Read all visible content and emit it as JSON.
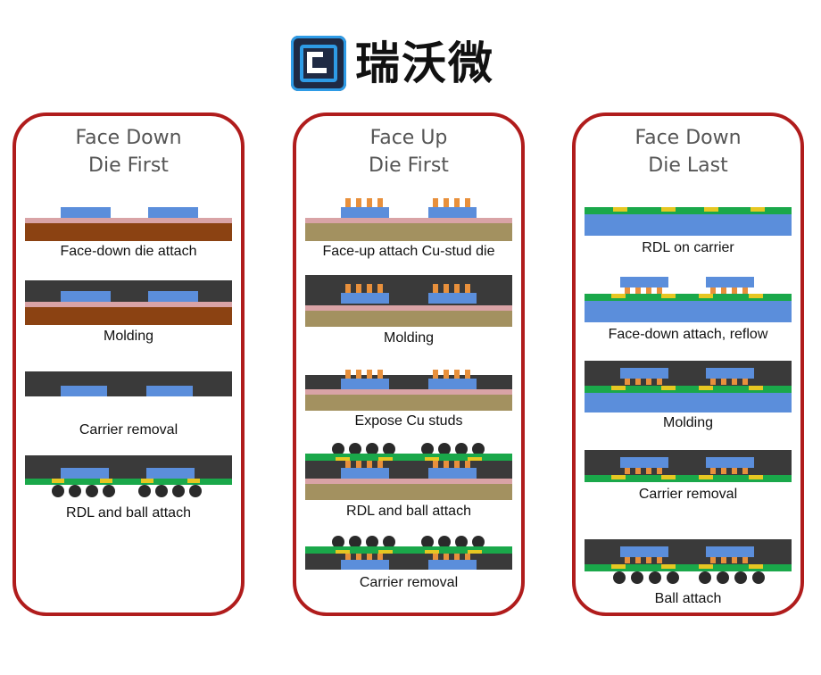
{
  "logo": {
    "company_name": "瑞沃微",
    "mark_icon": "logo-r-mark-icon"
  },
  "colors": {
    "panel_border": "#b01c1c",
    "die": "#5b8edb",
    "mold": "#3a3a3a",
    "rdl": "#1aa84a",
    "cu_stud": "#e8903c",
    "pad": "#e6c722",
    "carrier_brown": "#8b4212",
    "carrier_olive": "#a39160",
    "carrier_blue": "#5b8edb",
    "release_layer": "#d9a3a6",
    "ball": "#2a2a2a"
  },
  "panels": [
    {
      "title_line1": "Face Down",
      "title_line2": "Die First",
      "steps": [
        "Face-down die attach",
        "Molding",
        "Carrier removal",
        "RDL and ball attach"
      ]
    },
    {
      "title_line1": "Face Up",
      "title_line2": "Die First",
      "steps": [
        "Face-up attach Cu-stud die",
        "Molding",
        "Expose Cu studs",
        "RDL and ball attach",
        "Carrier removal"
      ]
    },
    {
      "title_line1": "Face Down",
      "title_line2": "Die Last",
      "steps": [
        "RDL on carrier",
        "Face-down attach, reflow",
        "Molding",
        "Carrier removal",
        "Ball attach"
      ]
    }
  ]
}
